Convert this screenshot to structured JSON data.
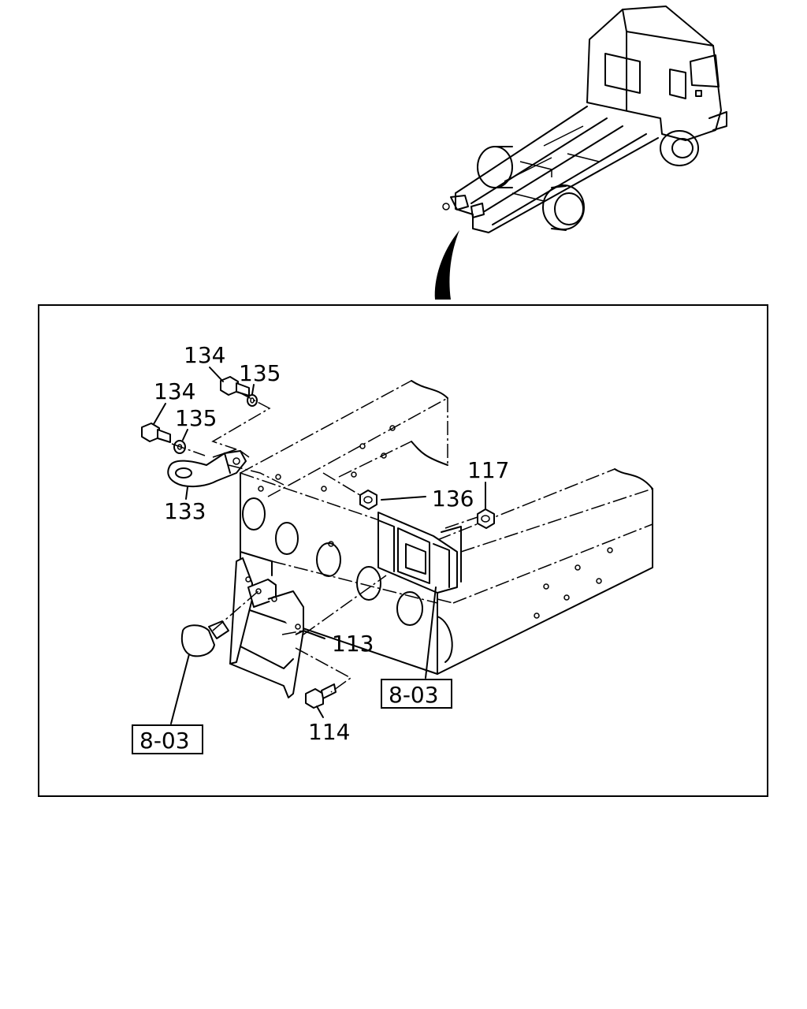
{
  "part_labels": {
    "p134a": "134",
    "p135a": "135",
    "p134b": "134",
    "p135b": "135",
    "p133": "133",
    "p136": "136",
    "p117": "117",
    "p113": "113",
    "p114": "114"
  },
  "reference_boxes": {
    "ref_right": "8-03",
    "ref_left": "8-03"
  }
}
